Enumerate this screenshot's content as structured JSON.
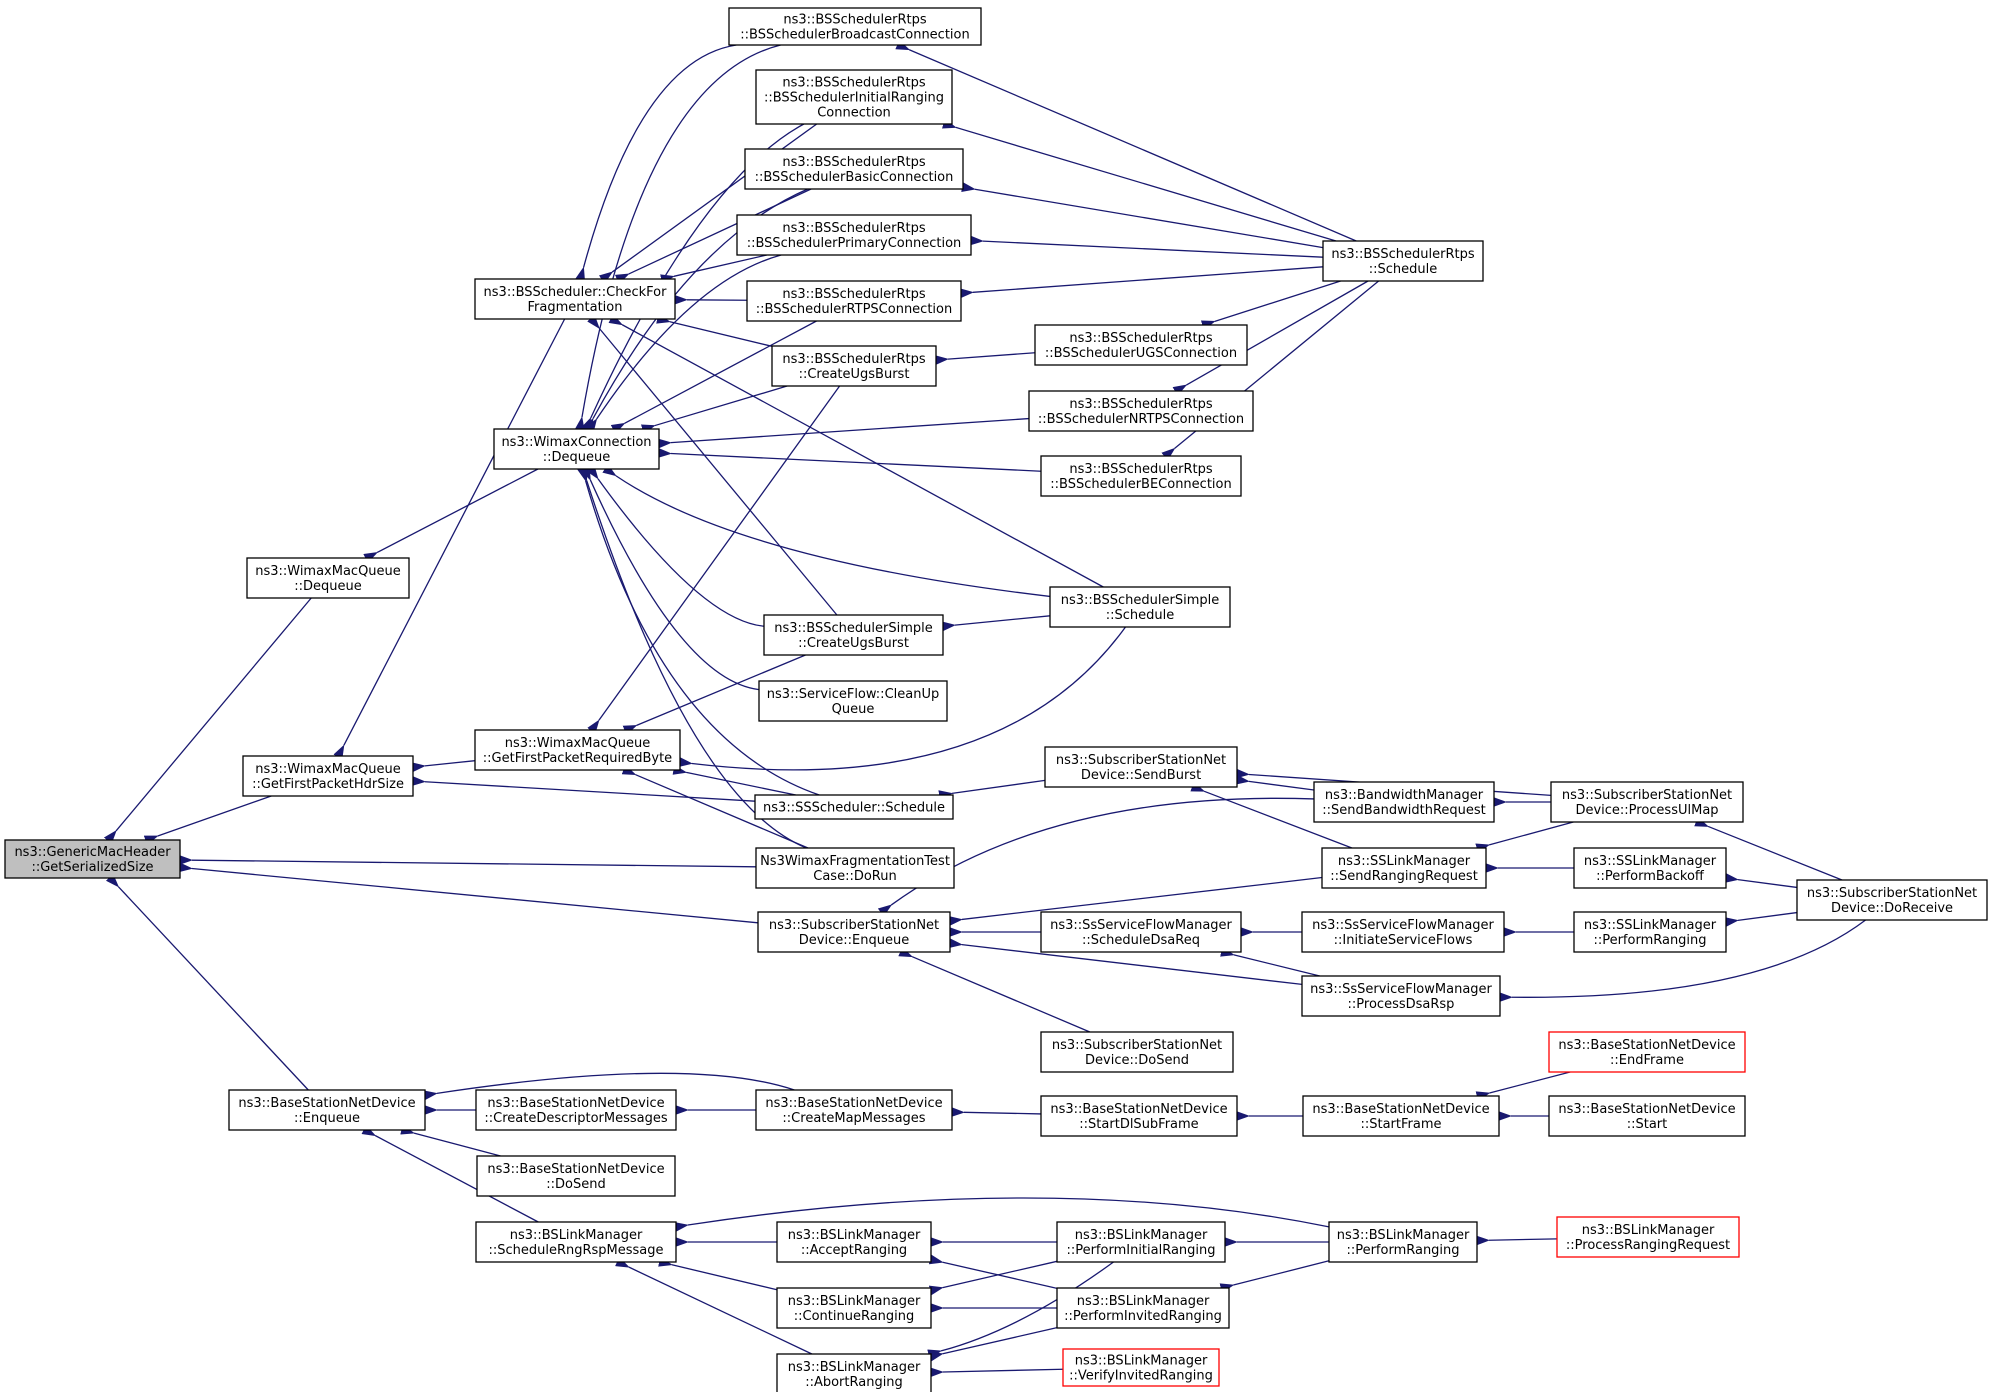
{
  "diagram": {
    "edge_color": "#191970",
    "nodes": [
      {
        "id": "gmh",
        "lines": [
          "ns3::GenericMacHeader",
          "::GetSerializedSize"
        ],
        "focus": true
      },
      {
        "id": "wmq_deq",
        "lines": [
          "ns3::WimaxMacQueue",
          "::Dequeue"
        ]
      },
      {
        "id": "wmq_gfph",
        "lines": [
          "ns3::WimaxMacQueue",
          "::GetFirstPacketHdrSize"
        ]
      },
      {
        "id": "bsnd_enq",
        "lines": [
          "ns3::BaseStationNetDevice",
          "::Enqueue"
        ]
      },
      {
        "id": "bss_cff",
        "lines": [
          "ns3::BSScheduler::CheckFor",
          "Fragmentation"
        ]
      },
      {
        "id": "wc_deq",
        "lines": [
          "ns3::WimaxConnection",
          "::Dequeue"
        ]
      },
      {
        "id": "wmq_gfprb",
        "lines": [
          "ns3::WimaxMacQueue",
          "::GetFirstPacketRequiredByte"
        ]
      },
      {
        "id": "bsnd_cdm",
        "lines": [
          "ns3::BaseStationNetDevice",
          "::CreateDescriptorMessages"
        ]
      },
      {
        "id": "bsnd_dosend",
        "lines": [
          "ns3::BaseStationNetDevice",
          "::DoSend"
        ]
      },
      {
        "id": "bslm_srrm",
        "lines": [
          "ns3::BSLinkManager",
          "::ScheduleRngRspMessage"
        ]
      },
      {
        "id": "rtps_bcast",
        "lines": [
          "ns3::BSSchedulerRtps",
          "::BSSchedulerBroadcastConnection"
        ]
      },
      {
        "id": "rtps_init",
        "lines": [
          "ns3::BSSchedulerRtps",
          "::BSSchedulerInitialRanging",
          "Connection"
        ]
      },
      {
        "id": "rtps_basic",
        "lines": [
          "ns3::BSSchedulerRtps",
          "::BSSchedulerBasicConnection"
        ]
      },
      {
        "id": "rtps_prim",
        "lines": [
          "ns3::BSSchedulerRtps",
          "::BSSchedulerPrimaryConnection"
        ]
      },
      {
        "id": "rtps_rtps",
        "lines": [
          "ns3::BSSchedulerRtps",
          "::BSSchedulerRTPSConnection"
        ]
      },
      {
        "id": "rtps_cub",
        "lines": [
          "ns3::BSSchedulerRtps",
          "::CreateUgsBurst"
        ]
      },
      {
        "id": "simple_cub",
        "lines": [
          "ns3::BSSchedulerSimple",
          "::CreateUgsBurst"
        ]
      },
      {
        "id": "sf_cleanup",
        "lines": [
          "ns3::ServiceFlow::CleanUp",
          "Queue"
        ]
      },
      {
        "id": "sss_sched",
        "lines": [
          "ns3::SSScheduler::Schedule"
        ]
      },
      {
        "id": "frag_test",
        "lines": [
          "Ns3WimaxFragmentationTest",
          "Case::DoRun"
        ]
      },
      {
        "id": "ssnd_enq",
        "lines": [
          "ns3::SubscriberStationNet",
          "Device::Enqueue"
        ]
      },
      {
        "id": "bsnd_cmm",
        "lines": [
          "ns3::BaseStationNetDevice",
          "::CreateMapMessages"
        ]
      },
      {
        "id": "bslm_accept",
        "lines": [
          "ns3::BSLinkManager",
          "::AcceptRanging"
        ]
      },
      {
        "id": "bslm_cont",
        "lines": [
          "ns3::BSLinkManager",
          "::ContinueRanging"
        ]
      },
      {
        "id": "bslm_abort",
        "lines": [
          "ns3::BSLinkManager",
          "::AbortRanging"
        ]
      },
      {
        "id": "rtps_ugs",
        "lines": [
          "ns3::BSSchedulerRtps",
          "::BSSchedulerUGSConnection"
        ]
      },
      {
        "id": "rtps_nrtps",
        "lines": [
          "ns3::BSSchedulerRtps",
          "::BSSchedulerNRTPSConnection"
        ]
      },
      {
        "id": "rtps_be",
        "lines": [
          "ns3::BSSchedulerRtps",
          "::BSSchedulerBEConnection"
        ]
      },
      {
        "id": "simple_sched",
        "lines": [
          "ns3::BSSchedulerSimple",
          "::Schedule"
        ]
      },
      {
        "id": "ssnd_sendburst",
        "lines": [
          "ns3::SubscriberStationNet",
          "Device::SendBurst"
        ]
      },
      {
        "id": "ssfm_sdr",
        "lines": [
          "ns3::SsServiceFlowManager",
          "::ScheduleDsaReq"
        ]
      },
      {
        "id": "ssnd_dosend",
        "lines": [
          "ns3::SubscriberStationNet",
          "Device::DoSend"
        ]
      },
      {
        "id": "bsnd_sdsf",
        "lines": [
          "ns3::BaseStationNetDevice",
          "::StartDlSubFrame"
        ]
      },
      {
        "id": "bslm_pir",
        "lines": [
          "ns3::BSLinkManager",
          "::PerformInitialRanging"
        ]
      },
      {
        "id": "bslm_pinv",
        "lines": [
          "ns3::BSLinkManager",
          "::PerformInvitedRanging"
        ]
      },
      {
        "id": "bslm_vir",
        "lines": [
          "ns3::BSLinkManager",
          "::VerifyInvitedRanging"
        ],
        "red": true
      },
      {
        "id": "rtps_sched",
        "lines": [
          "ns3::BSSchedulerRtps",
          "::Schedule"
        ]
      },
      {
        "id": "bwm_sbr",
        "lines": [
          "ns3::BandwidthManager",
          "::SendBandwidthRequest"
        ]
      },
      {
        "id": "sslm_srr",
        "lines": [
          "ns3::SSLinkManager",
          "::SendRangingRequest"
        ]
      },
      {
        "id": "ssfm_isf",
        "lines": [
          "ns3::SsServiceFlowManager",
          "::InitiateServiceFlows"
        ]
      },
      {
        "id": "ssfm_pdr",
        "lines": [
          "ns3::SsServiceFlowManager",
          "::ProcessDsaRsp"
        ]
      },
      {
        "id": "bsnd_sf",
        "lines": [
          "ns3::BaseStationNetDevice",
          "::StartFrame"
        ]
      },
      {
        "id": "bslm_pr",
        "lines": [
          "ns3::BSLinkManager",
          "::PerformRanging"
        ]
      },
      {
        "id": "ssnd_pum",
        "lines": [
          "ns3::SubscriberStationNet",
          "Device::ProcessUlMap"
        ]
      },
      {
        "id": "sslm_pb",
        "lines": [
          "ns3::SSLinkManager",
          "::PerformBackoff"
        ]
      },
      {
        "id": "sslm_pr",
        "lines": [
          "ns3::SSLinkManager",
          "::PerformRanging"
        ]
      },
      {
        "id": "bsnd_ef",
        "lines": [
          "ns3::BaseStationNetDevice",
          "::EndFrame"
        ],
        "red": true
      },
      {
        "id": "bsnd_start",
        "lines": [
          "ns3::BaseStationNetDevice",
          "::Start"
        ]
      },
      {
        "id": "bslm_prr",
        "lines": [
          "ns3::BSLinkManager",
          "::ProcessRangingRequest"
        ],
        "red": true
      },
      {
        "id": "ssnd_dorecv",
        "lines": [
          "ns3::SubscriberStationNet",
          "Device::DoReceive"
        ]
      }
    ]
  }
}
